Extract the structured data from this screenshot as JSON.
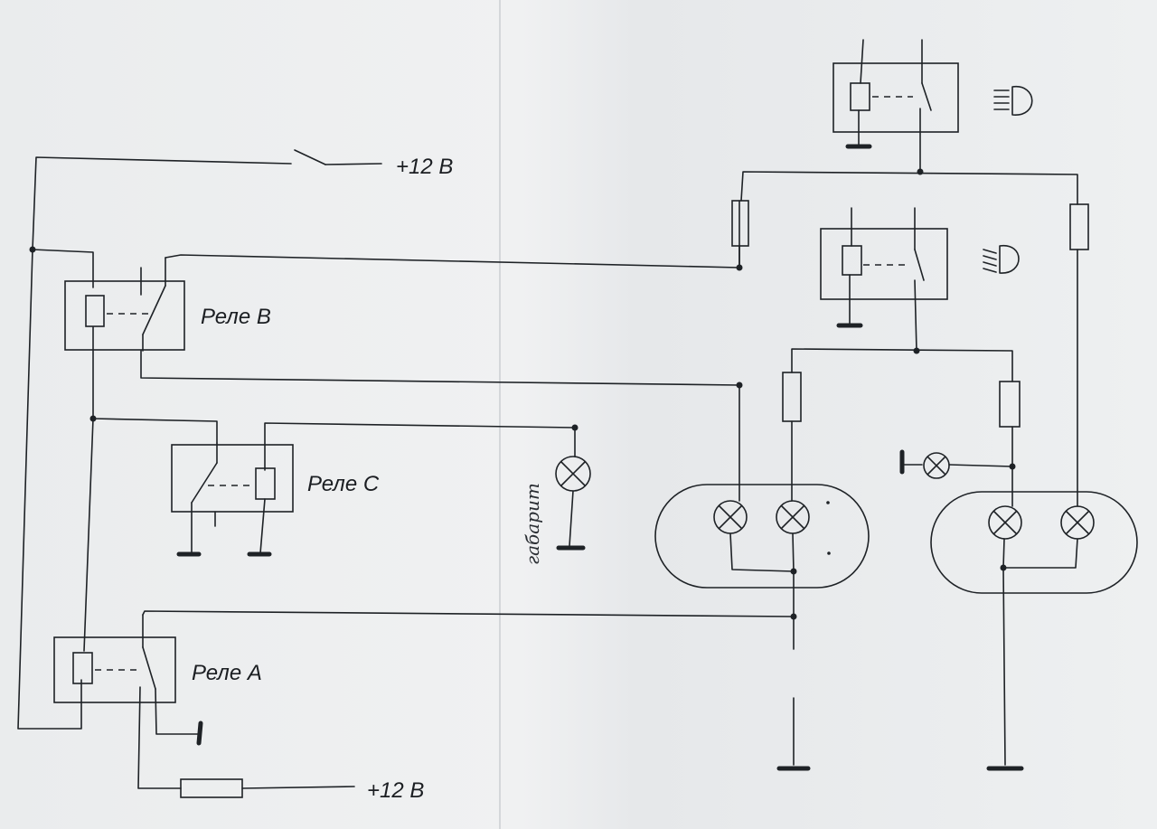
{
  "labels": {
    "relay_a": "Реле A",
    "relay_b": "Реле B",
    "relay_c": "Реле C",
    "supply_top": "+12 В",
    "supply_bottom": "+12 В",
    "marker_lamp": "габарит"
  },
  "icons": [
    "headlight-high-icon",
    "headlight-low-icon",
    "lamp-icon",
    "fuse-icon",
    "ground-icon",
    "switch-icon"
  ]
}
